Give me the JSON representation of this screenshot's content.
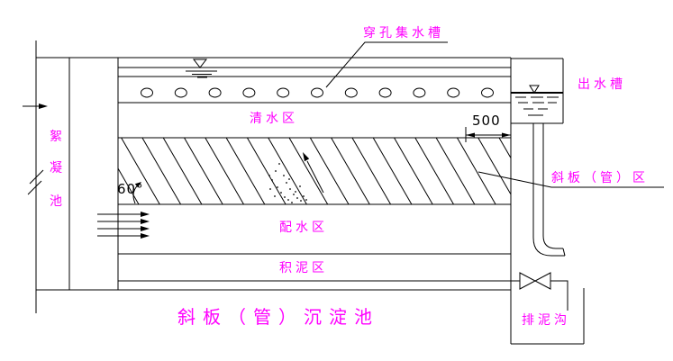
{
  "title": "斜板（管）沉淀池",
  "colors": {
    "label": "#ff00ff",
    "line": "#000000",
    "background": "#ffffff"
  },
  "labels": {
    "perforated_collection_trough": "穿孔集水槽",
    "outlet_trough": "出水槽",
    "clear_water_zone": "清水区",
    "inclined_plate_zone": "斜板（管）区",
    "distribution_zone": "配水区",
    "sludge_zone": "积泥区",
    "sludge_drain": "排泥沟",
    "flocculation_char_1": "絮",
    "flocculation_char_2": "凝",
    "flocculation_char_3": "池",
    "angle_value": "60°",
    "trough_offset_dimension": "500"
  }
}
